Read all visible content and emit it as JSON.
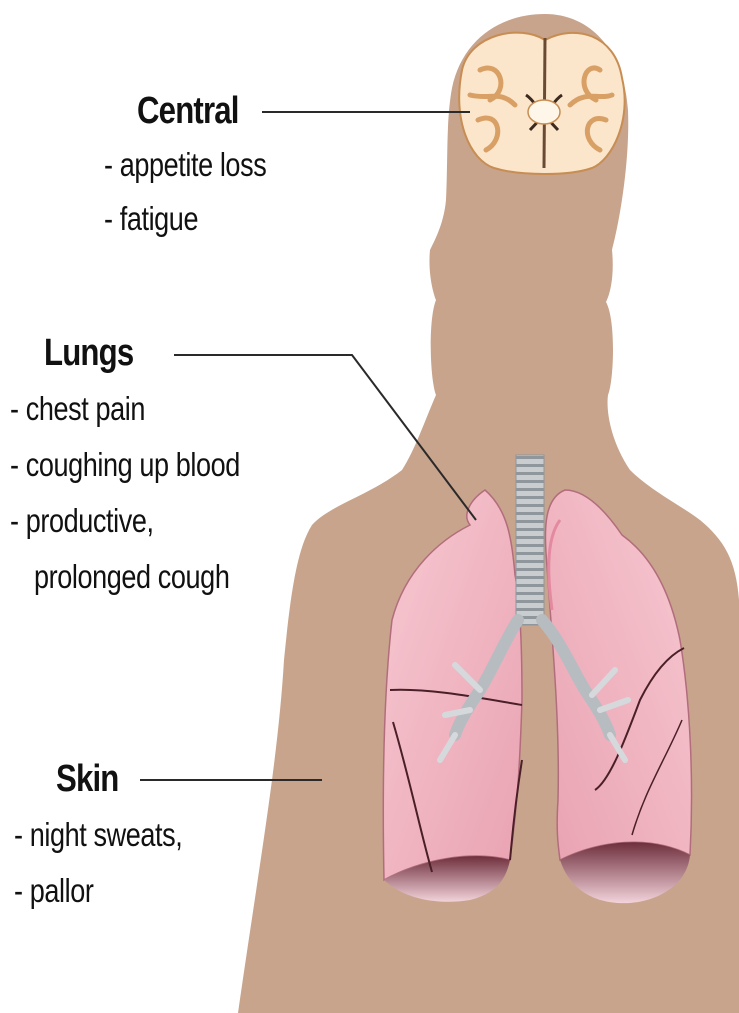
{
  "groups": {
    "central": {
      "title": "Central",
      "items": [
        "- appetite loss",
        "- fatigue"
      ]
    },
    "lungs": {
      "title": "Lungs",
      "items": [
        "- chest pain",
        "- coughing up blood",
        "- productive,",
        "prolonged cough"
      ]
    },
    "skin": {
      "title": "Skin",
      "items": [
        "- night sweats,",
        "- pallor"
      ]
    }
  },
  "colors": {
    "skin_tone": "#c8a48c",
    "lung_pink": "#f2b8c4",
    "lung_shadow": "#7a3845",
    "brain_cream": "#fbe6cc",
    "trachea": "#bfc4c8"
  },
  "icons": [
    "human-silhouette-illustration",
    "brain-illustration",
    "lungs-illustration",
    "trachea-illustration"
  ]
}
